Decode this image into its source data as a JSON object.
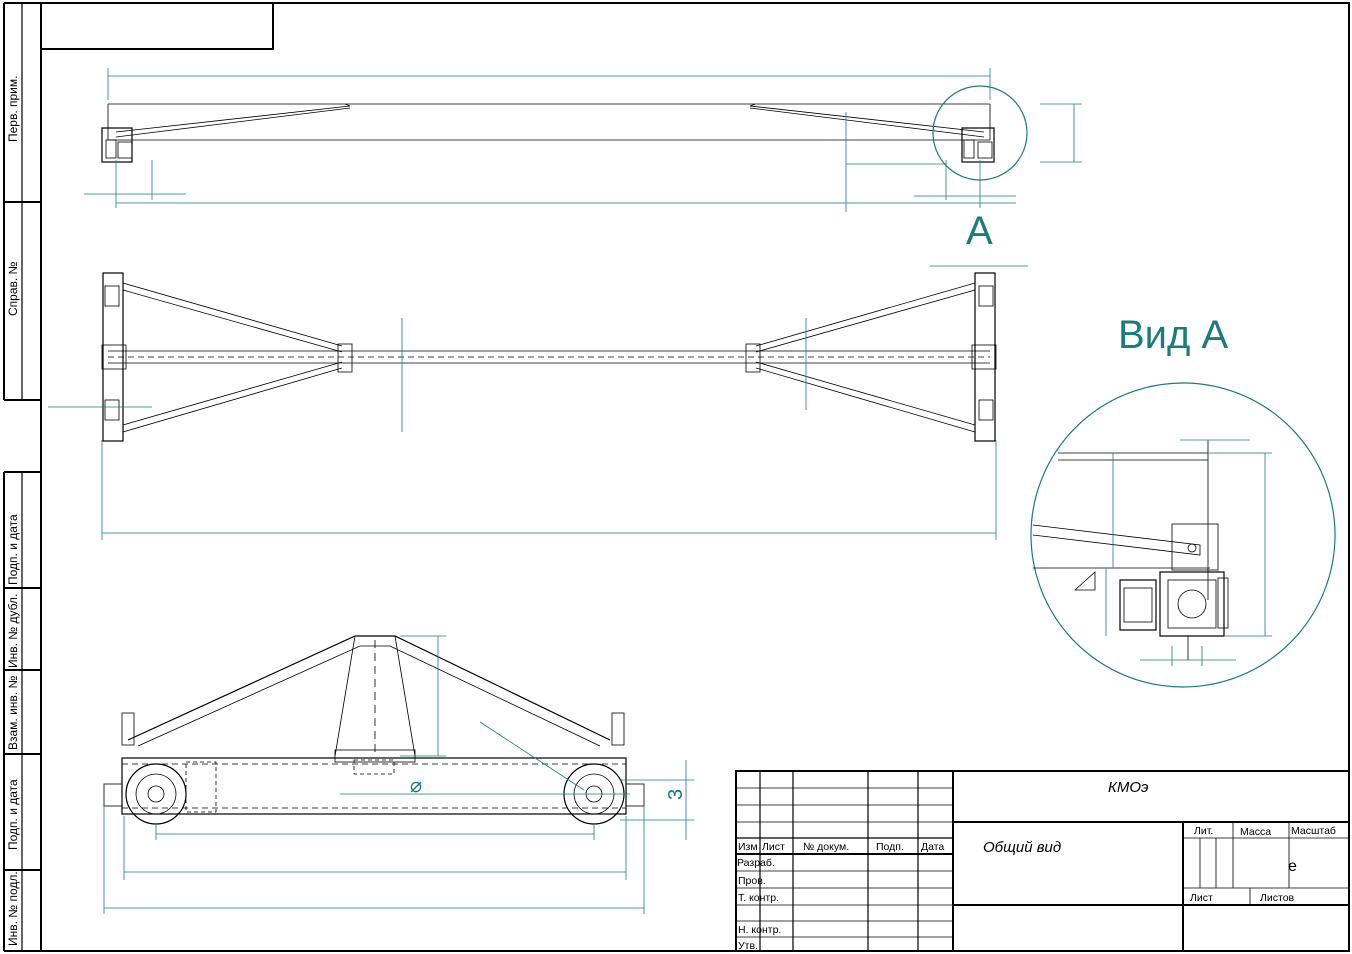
{
  "side_stamp": {
    "labels": [
      "Перв. прим.",
      "Справ. №",
      "Подп. и дата",
      "Инв. № дубл.",
      "Взам. инв. №",
      "Подп. и дата",
      "Инв. № подл."
    ]
  },
  "view_a": {
    "marker": "A",
    "title": "Вид А"
  },
  "diameter_symbol": "⌀",
  "dim_text_3": "3",
  "title_block": {
    "designation": "КМОэ",
    "name": "Общий вид",
    "scale_value": "е",
    "cols": {
      "izm": "Изм",
      "list": "Лист",
      "doc": "№ докум.",
      "sign": "Подп.",
      "date": "Дата"
    },
    "rows": [
      "Разраб.",
      "Пров.",
      "Т. контр.",
      "Н. контр.",
      "Утв."
    ],
    "lit": "Лит.",
    "mass": "Масса",
    "scale": "Масштаб",
    "sheet": "Лист",
    "sheets": "Листов"
  },
  "colors": {
    "dimension": "#1b7c7c",
    "geometry": "#000000"
  }
}
